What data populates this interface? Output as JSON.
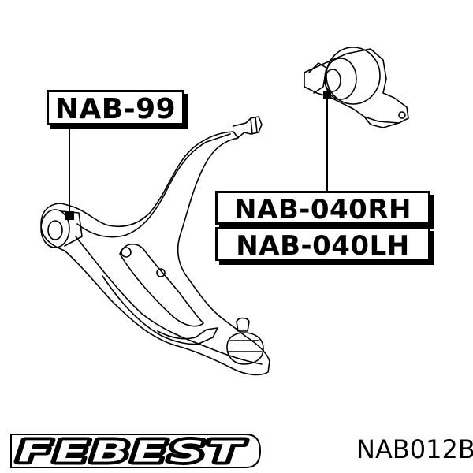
{
  "labels": {
    "bushing_front": "NAB-99",
    "bushing_rear_rh": "NAB-040RH",
    "bushing_rear_lh": "NAB-040LH"
  },
  "brand": {
    "logo_text": "FEBEST"
  },
  "part_number": "NAB012B",
  "colors": {
    "line": "#000000",
    "background": "#ffffff"
  }
}
